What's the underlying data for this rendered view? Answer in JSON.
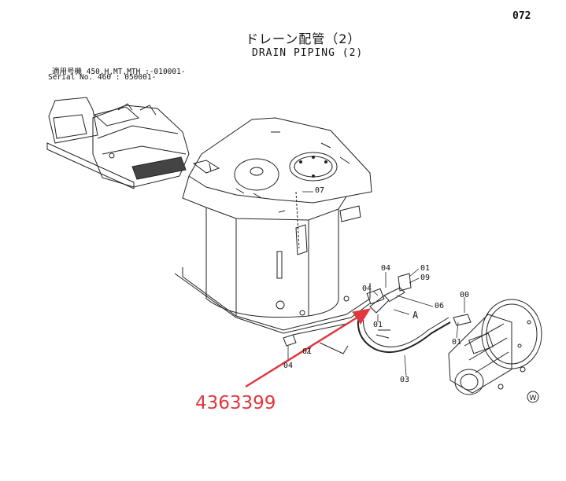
{
  "page_number": "072",
  "title_jp": "ドレーン配管（2）",
  "title_en": "DRAIN PIPING (2)",
  "serial": {
    "line1": "適用号機  450,H,MT,MTH :-010001-",
    "line2": "Serial No.        460 : 050001-"
  },
  "callouts": {
    "c07": "07",
    "c04a": "04",
    "c01a": "01",
    "c09": "09",
    "c04b": "04",
    "c06": "06",
    "cA": "A",
    "c00": "00",
    "c01b": "01",
    "c01c": "01",
    "c04c": "04",
    "c01d": "01",
    "c03": "03"
  },
  "part_number": "4363399",
  "accent_color": "#e0383f",
  "logo": "W"
}
